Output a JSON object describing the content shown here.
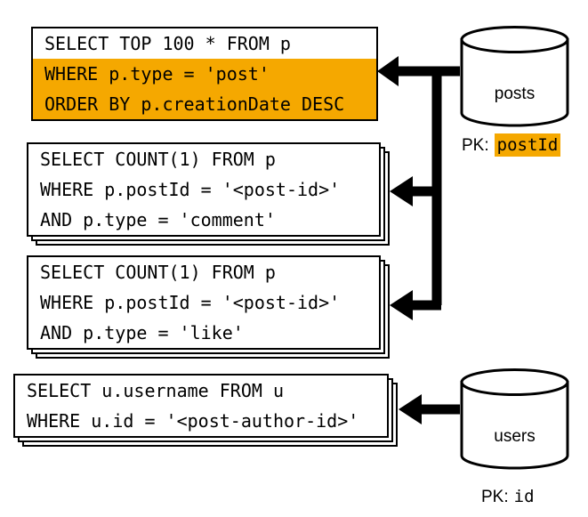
{
  "colors": {
    "highlight": "#F5A800",
    "stroke": "#000000",
    "background": "#FFFFFF"
  },
  "queries": [
    {
      "name": "top-posts",
      "lines": [
        "SELECT TOP 100 * FROM p",
        "WHERE p.type = 'post'",
        "ORDER BY p.creationDate DESC"
      ],
      "highlight_lines": [
        1,
        2
      ],
      "stacked": false
    },
    {
      "name": "comment-count",
      "lines": [
        "SELECT COUNT(1) FROM p",
        "WHERE p.postId = '<post-id>'",
        "AND p.type = 'comment'"
      ],
      "highlight_lines": [],
      "stacked": true
    },
    {
      "name": "like-count",
      "lines": [
        "SELECT COUNT(1) FROM p",
        "WHERE p.postId = '<post-id>'",
        "AND p.type = 'like'"
      ],
      "highlight_lines": [],
      "stacked": true
    },
    {
      "name": "post-author",
      "lines": [
        "SELECT u.username FROM u",
        "WHERE u.id = '<post-author-id>'"
      ],
      "highlight_lines": [],
      "stacked": true
    }
  ],
  "databases": [
    {
      "name": "posts",
      "label": "posts",
      "pk_label": "PK:",
      "pk_value": "postId",
      "pk_highlighted": true
    },
    {
      "name": "users",
      "label": "users",
      "pk_label": "PK:",
      "pk_value": "id",
      "pk_highlighted": false
    }
  ],
  "connectors": [
    {
      "from": "posts",
      "to": "top-posts"
    },
    {
      "from": "posts",
      "to": "comment-count"
    },
    {
      "from": "posts",
      "to": "like-count"
    },
    {
      "from": "users",
      "to": "post-author"
    }
  ]
}
